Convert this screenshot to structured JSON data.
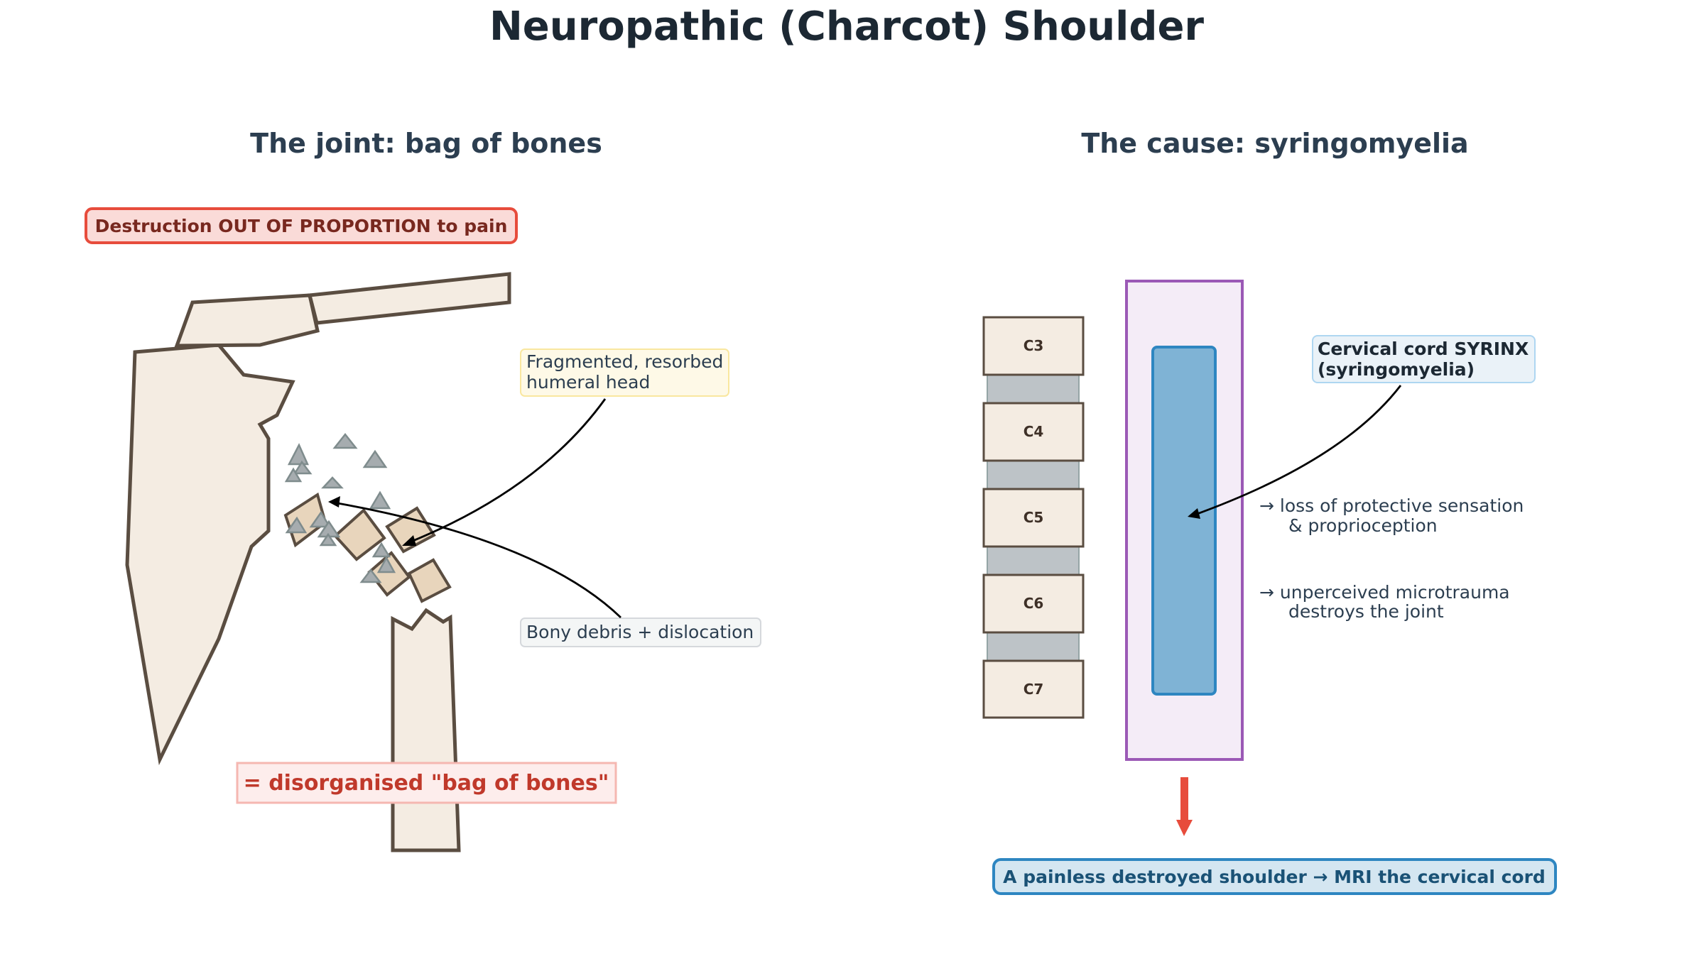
{
  "title": "Neuropathic (Charcot) Shoulder",
  "left_panel": {
    "heading": "The joint: bag of bones",
    "warning_box": "Destruction OUT OF PROPORTION to pain",
    "label_head_line1": "Fragmented, resorbed",
    "label_head_line2": "humeral head",
    "label_debris": "Bony debris + dislocation",
    "summary": "= disorganised \"bag of bones\""
  },
  "right_panel": {
    "heading": "The cause: syringomyelia",
    "vertebrae": [
      "C3",
      "C4",
      "C5",
      "C6",
      "C7"
    ],
    "syrinx_line1": "Cervical cord SYRINX",
    "syrinx_line2": "(syringomyelia)",
    "effect1_line1": "→ loss of protective sensation",
    "effect1_line2": "& proprioception",
    "effect2_line1": "→ unperceived microtrauma",
    "effect2_line2": "destroys the joint",
    "conclusion": "A painless destroyed shoulder → MRI the cervical cord"
  },
  "colors": {
    "bone_fill": "#f4ece2",
    "bone_stroke": "#5a4d41",
    "warning_red": "#e74c3c",
    "syrinx_blue": "#7fb3d5",
    "cord_purple": "#9b59b6",
    "conclusion_blue": "#2e86c1"
  }
}
